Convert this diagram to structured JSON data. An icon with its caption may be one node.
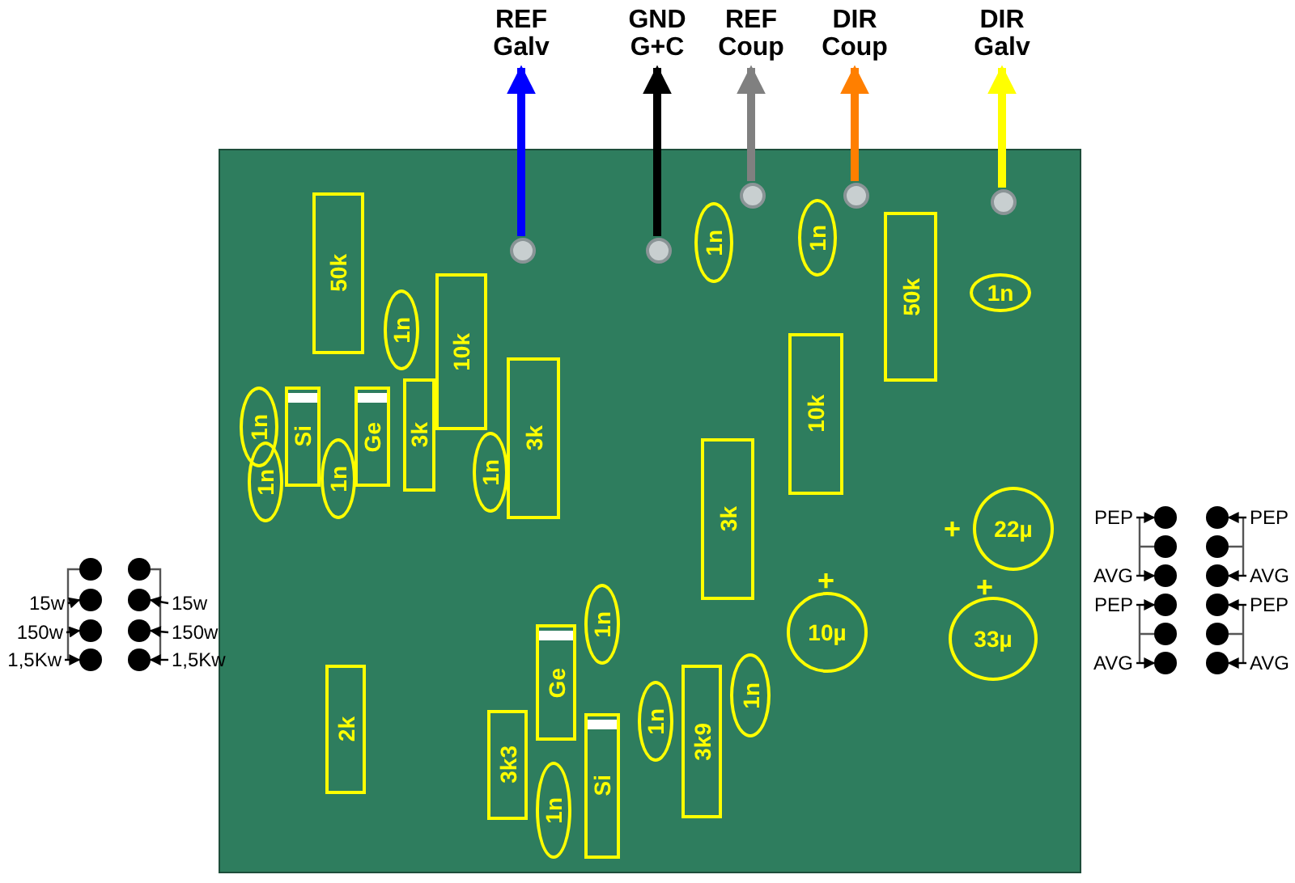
{
  "diagram": {
    "nodes": [
      {
        "text": [
          "REF Galv"
        ]
      },
      {
        "text": [
          "GND G+C"
        ]
      },
      {
        "text": [
          "REF Coup"
        ]
      },
      {
        "text": [
          "DIR Coup"
        ]
      },
      {
        "text": [
          "DIR Galv"
        ]
      },
      {
        "text": [],
        "shape": "picture"
      },
      {
        "text": [
          "50k"
        ],
        "in": 5
      },
      {
        "text": [
          "1n"
        ],
        "in": 5
      },
      {
        "text": [
          "10k"
        ],
        "in": 5
      },
      {
        "text": [
          "1n"
        ],
        "in": 5
      },
      {
        "text": [
          "Si"
        ],
        "in": 5
      },
      {
        "text": [
          "Ge"
        ],
        "in": 5
      },
      {
        "text": [
          "3k"
        ],
        "in": 5
      },
      {
        "text": [
          "3k"
        ],
        "in": 5
      },
      {
        "text": [
          "1n"
        ],
        "in": 5
      },
      {
        "text": [
          "1n"
        ],
        "in": 5
      },
      {
        "text": [
          "1n"
        ],
        "in": 5
      },
      {
        "text": [
          "1n"
        ],
        "in": 5
      },
      {
        "text": [
          "1n"
        ],
        "in": 5
      },
      {
        "text": [
          "50k"
        ],
        "in": 5
      },
      {
        "text": [
          "1n"
        ],
        "in": 5
      },
      {
        "text": [
          "10k"
        ],
        "in": 5
      },
      {
        "text": [
          "3k"
        ],
        "in": 5
      },
      {
        "text": [
          "22µ"
        ],
        "in": 5
      },
      {
        "text": [
          "10µ"
        ],
        "in": 5
      },
      {
        "text": [
          "33µ"
        ],
        "in": 5
      },
      {
        "text": [
          "1n"
        ],
        "in": 5
      },
      {
        "text": [
          "Ge"
        ],
        "in": 5
      },
      {
        "text": [
          "2k"
        ],
        "in": 5
      },
      {
        "text": [
          "3k3"
        ],
        "in": 5
      },
      {
        "text": [
          "1n"
        ],
        "in": 5
      },
      {
        "text": [
          "Si"
        ],
        "in": 5
      },
      {
        "text": [
          "1n"
        ],
        "in": 5
      },
      {
        "text": [
          "3k9"
        ],
        "in": 5
      },
      {
        "text": [
          "1n"
        ],
        "in": 5
      },
      {
        "text": [
          "15w"
        ]
      },
      {
        "text": [
          "150w"
        ]
      },
      {
        "text": [
          "1,5Kw"
        ]
      },
      {
        "text": [
          "15w"
        ]
      },
      {
        "text": [
          "150w"
        ]
      },
      {
        "text": [
          "1,5Kw"
        ]
      },
      {
        "text": [],
        "shape": "circle"
      },
      {
        "text": [],
        "shape": "circle"
      },
      {
        "text": [],
        "shape": "circle"
      },
      {
        "text": [],
        "shape": "circle"
      },
      {
        "text": [],
        "shape": "circle"
      },
      {
        "text": [],
        "shape": "circle"
      },
      {
        "text": [],
        "shape": "circle"
      },
      {
        "text": [],
        "shape": "circle"
      },
      {
        "text": [
          "PEP"
        ]
      },
      {
        "text": [
          "AVG"
        ]
      },
      {
        "text": [
          "PEP"
        ]
      },
      {
        "text": [
          "AVG"
        ]
      },
      {
        "text": [
          "PEP"
        ]
      },
      {
        "text": [
          "AVG"
        ]
      },
      {
        "text": [
          "PEP"
        ]
      },
      {
        "text": [
          "AVG"
        ]
      },
      {
        "text": [],
        "shape": "circle"
      },
      {
        "text": [],
        "shape": "circle"
      },
      {
        "text": [],
        "shape": "circle"
      },
      {
        "text": [],
        "shape": "circle"
      },
      {
        "text": [],
        "shape": "circle"
      },
      {
        "text": [],
        "shape": "circle"
      },
      {
        "text": [],
        "shape": "circle"
      },
      {
        "text": [],
        "shape": "circle"
      },
      {
        "text": [],
        "shape": "circle"
      },
      {
        "text": [],
        "shape": "circle"
      },
      {
        "text": [],
        "shape": "circle"
      },
      {
        "text": [],
        "shape": "circle"
      },
      {
        "text": [],
        "shape": "circle",
        "in": 5
      },
      {
        "text": [],
        "shape": "circle",
        "in": 5
      },
      {
        "text": [],
        "shape": "circle",
        "in": 5
      },
      {
        "text": [],
        "shape": "circle",
        "in": 5
      },
      {
        "text": [],
        "shape": "circle",
        "in": 5
      }
    ],
    "edges": [
      {
        "from": 69,
        "to": 0,
        "arrow": "to",
        "style": "thick",
        "color": "#0000ff"
      },
      {
        "from": 70,
        "to": 1,
        "arrow": "to",
        "style": "thick",
        "color": "#000000"
      },
      {
        "from": 71,
        "to": 2,
        "arrow": "to",
        "style": "thick",
        "color": "#808080"
      },
      {
        "from": 72,
        "to": 3,
        "arrow": "to",
        "style": "thick",
        "color": "#ff7f00"
      },
      {
        "from": 73,
        "to": 4,
        "arrow": "to",
        "style": "thick",
        "color": "#ffff00"
      },
      {
        "from": 35,
        "to": 42,
        "arrow": "to"
      },
      {
        "from": 36,
        "to": 43,
        "arrow": "to"
      },
      {
        "from": 37,
        "to": 44,
        "arrow": "to"
      },
      {
        "from": 38,
        "to": 46,
        "arrow": "to"
      },
      {
        "from": 39,
        "to": 47,
        "arrow": "to"
      },
      {
        "from": 40,
        "to": 48,
        "arrow": "to"
      },
      {
        "from": 49,
        "to": 57,
        "arrow": "to"
      },
      {
        "from": 50,
        "to": 59,
        "arrow": "to"
      },
      {
        "from": 51,
        "to": 60,
        "arrow": "to"
      },
      {
        "from": 52,
        "to": 62,
        "arrow": "to"
      },
      {
        "from": 53,
        "to": 63,
        "arrow": "to"
      },
      {
        "from": 54,
        "to": 65,
        "arrow": "to"
      },
      {
        "from": 55,
        "to": 66,
        "arrow": "to"
      },
      {
        "from": 56,
        "to": 68,
        "arrow": "to"
      }
    ],
    "labels": [
      "+",
      "+",
      "+"
    ]
  }
}
